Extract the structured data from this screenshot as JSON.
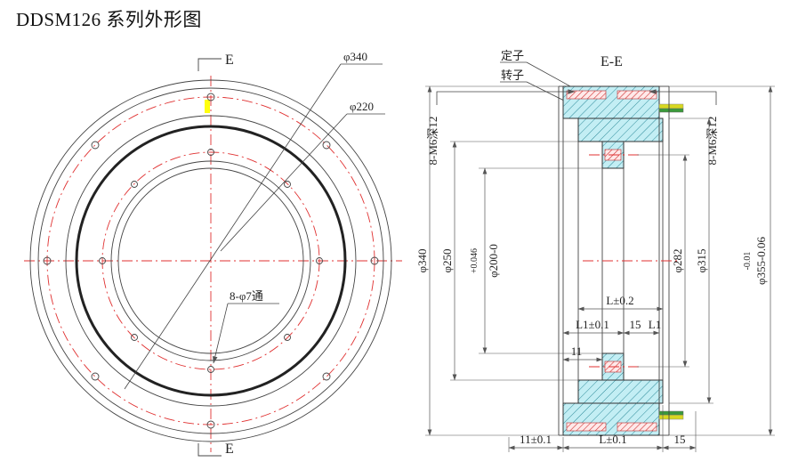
{
  "title": "DDSM126 系列外形图",
  "front": {
    "d340": "φ340",
    "d220": "φ220",
    "holes": "8-φ7通",
    "section_e_top": "E",
    "section_e_bottom": "E"
  },
  "section": {
    "title": "E-E",
    "stator": "定子",
    "rotor": "转子",
    "m6_left": "8-M6深12",
    "m6_right": "8-M6深12",
    "d340": "φ340",
    "d250": "φ250",
    "d200_tol": "+0.046",
    "d200": "φ200-0",
    "d282": "φ282",
    "d315": "φ315",
    "d355_tol": "-0.01",
    "d355": "φ355-0.06",
    "len_L": "L±0.2",
    "len_L1": "L1±0.1",
    "len_15_mid": "15",
    "len_L1_short": "L1",
    "len_11": "11",
    "len_11_tol": "11±0.1",
    "len_L_bottom": "L±0.1",
    "len_15_bottom": "15"
  },
  "colors": {
    "centerline_red": "#e03030",
    "section_fill_cyan": "#c3eef4",
    "winding_hatch_red": "#d03030",
    "pin_yellow": "#d8d820",
    "pin_green": "#3a9a3a",
    "highlight_yellow": "#ffff00"
  }
}
